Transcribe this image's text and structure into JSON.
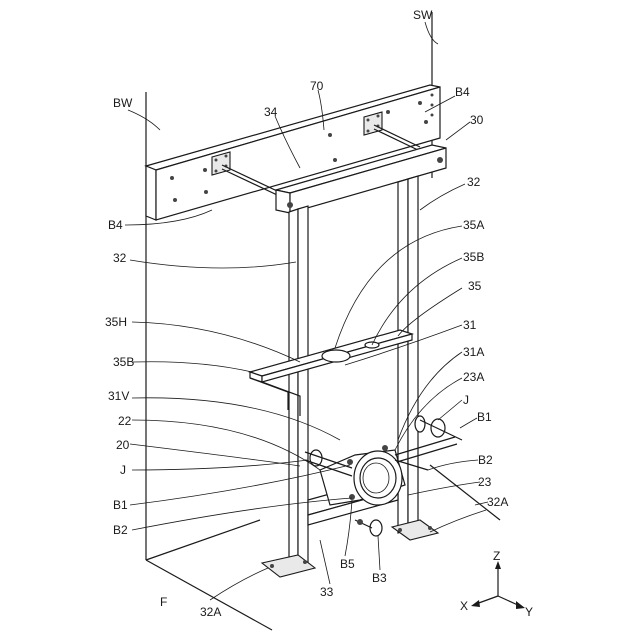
{
  "labels": {
    "SW": "SW",
    "BW": "BW",
    "l70": "70",
    "B4_top": "B4",
    "l34": "34",
    "l30": "30",
    "l32_right": "32",
    "B4_left": "B4",
    "l35A": "35A",
    "l32_left": "32",
    "l35B_right": "35B",
    "l35": "35",
    "l35H": "35H",
    "l31": "31",
    "l35B_left": "35B",
    "l31A": "31A",
    "l31V": "31V",
    "l23A": "23A",
    "l22": "22",
    "J_right": "J",
    "B1_right": "B1",
    "l20": "20",
    "J_left": "J",
    "B2_right": "B2",
    "B1_left": "B1",
    "l23": "23",
    "l32A_right": "32A",
    "B2_left": "B2",
    "B5": "B5",
    "B3": "B3",
    "l33": "33",
    "F": "F",
    "l32A_bottom": "32A"
  },
  "axes": {
    "z": "Z",
    "x": "X",
    "y": "Y"
  }
}
